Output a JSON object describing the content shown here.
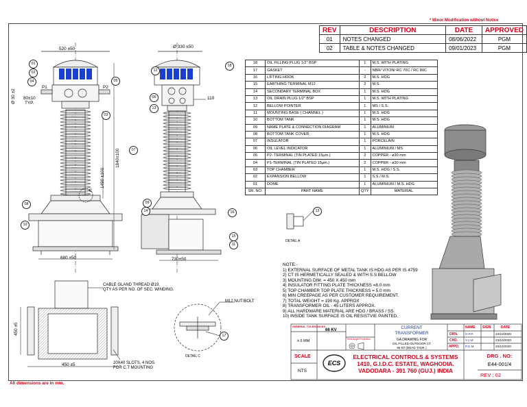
{
  "top_note": "* Minor Modification without Notice",
  "revision_table": {
    "headers": [
      "REV",
      "DESCRIPTION",
      "DATE",
      "APPROVED"
    ],
    "rows": [
      {
        "rev": "01",
        "desc": "NOTES CHANGED",
        "date": "08/06/2022",
        "appr": "PGM"
      },
      {
        "rev": "02",
        "desc": "TABLE & NOTES CHANGED",
        "date": "09/01/2023",
        "appr": "PGM"
      }
    ]
  },
  "bom": {
    "headers": [
      "SR. NO.",
      "PART NAME",
      "QTY",
      "MATERIAL"
    ],
    "rows": [
      [
        "18",
        "OIL FILLING PLUG 1/2\" BSP",
        "1",
        "M.S. WITH PLATING"
      ],
      [
        "17",
        "GASKET",
        "-",
        "NBR/ VITON/ RC 70C / RC 80C"
      ],
      [
        "16",
        "LIFTING HOOK",
        "2",
        "M.S. HDG"
      ],
      [
        "15",
        "EARTHING TERMINAL M12",
        "2",
        "M.S."
      ],
      [
        "14",
        "SECONDARY TERMINAL BOX",
        "1",
        "M.S. HDG"
      ],
      [
        "13",
        "OIL DRAIN PLUG 1/2\" BSP",
        "1",
        "M.S. WITH PLATING"
      ],
      [
        "12",
        "BELLOW POINTER",
        "1",
        "MS / S.S."
      ],
      [
        "11",
        "MOUNTING BASE ( CHANNEL )",
        "1",
        "M.S. HDG"
      ],
      [
        "10",
        "BOTTOM TANK",
        "1",
        "M.S. HDG"
      ],
      [
        "09",
        "NAME PLATE & CONNECTION DIAGRAM",
        "1",
        "ALUMINIUM"
      ],
      [
        "08",
        "BOTTOM TANK COVER",
        "1",
        "M.S. HDG"
      ],
      [
        "07",
        "INSULATOR",
        "1",
        "PORCELAIN"
      ],
      [
        "06",
        "OIL LEVEL INDICATOR",
        "1",
        "ALUMINIUM / MS"
      ],
      [
        "05",
        "P2- TERMINAL  (TIN PLATED 15μm.)",
        "2",
        "COPPER - ø30 mm"
      ],
      [
        "04",
        "P1-TERMINAL  (TIN PLATED 15μm.)",
        "2",
        "COPPER - ø30 mm"
      ],
      [
        "03",
        "TOP CHAMBER",
        "1",
        "M.S. HDG / S.S."
      ],
      [
        "02",
        "EXPANSION BELLOW",
        "1",
        "S.S / M.S."
      ],
      [
        "01",
        "DOME",
        "1",
        "ALUMINIUM / M.S. HDG"
      ]
    ]
  },
  "notes": {
    "title": "NOTE:-",
    "items": [
      "1) EXTERNAL SURFACE OF METAL TANK IS HDG AS PER IS 4759",
      "2) CT IS HERMETICALLY SEALED & WITH S.S BELLOW",
      "3) MOUNTING DIM. = 450 X 450 mm",
      "4) INSULATOR FITTING PLATE THICKNESS =8.0 mm",
      "5) TOP CHAMBER TOP PLATE THICKNESS = 5.0 mm",
      "6) MIN CREEPAGE AS PER CUSTOMER REQUIREMENT.",
      "7) TOTAL WEIGHT = 190 Kg. APPROX",
      "8) TRANSFORMER OIL - 45 LITERS APPROX.",
      "9) ALL HARDWARE MATERIAL ARE HDG / BRASS / SS.",
      "10) INSIDE TANK SURFACE IS OIL RESISTVIE PAINTED."
    ]
  },
  "title_block": {
    "general_tolerances": "GENERAL TOLERANCES",
    "tolerance": "± 5 MM",
    "voltage": "66 KV",
    "projection": "Third Angle Projection",
    "title_line1": "CURRENT",
    "title_line2": "TRANSFORMER",
    "subtitle1": "GA DRAWING FOR",
    "subtitle2": "OIL FILLED OUTDOOR CT",
    "subtitle3": "66 kV (DEAD TANK )",
    "scale_label": "SCALE",
    "scale": "NTS",
    "company1": "ELECTRICAL CONTROLS & SYSTEMS",
    "company2": "1410, G.I.D.C. ESTATE, WAGHODIA.",
    "company3": "VADODARA - 391 760 (GUJ.) INDIA",
    "logo_text": "ECS",
    "name_header": "NAME",
    "sign_header": "SIGN",
    "date_header": "DATE",
    "drn": "DRN.",
    "drn_name": "H.P.P.",
    "drn_date": "23/10/2020",
    "chd": "CHD.",
    "chd_name": "V.J.M.",
    "chd_date": "23/10/2020",
    "appd": "APPD.",
    "appd_name": "P.G.M.",
    "appd_date": "23/10/2020",
    "drg_no_label": "DRG . NO:",
    "drg_no": "E44-001/4",
    "rev": "REV : 02"
  },
  "footer": "All dimensions are in mm.",
  "dims": {
    "top_width": "520 ±50",
    "top_dia": "Ø 330 ±50",
    "dim_30": "Ø 30 ±2",
    "dim_80": "80±10",
    "typ": "TYP.",
    "total_height": "1840±100",
    "mid_height": "1490 ±100",
    "base_width": "680 ±50",
    "side_base": "730±50",
    "side_110": "110",
    "plan_450_v": "450 ±5",
    "plan_450_h": "450 ±5",
    "p1": "P1",
    "p2": "P2"
  },
  "callouts": {
    "front": [
      "01",
      "02",
      "04",
      "03",
      "05",
      "07",
      "08",
      "10"
    ],
    "side": [
      "12",
      "18",
      "06",
      "13",
      "09",
      "14",
      "16",
      "15",
      "11"
    ],
    "detail_a": "13",
    "detail_c": "17",
    "detail_letter_c": "C"
  },
  "labels": {
    "cable_gland": "CABLE GLAND THREAD Ø19,",
    "cable_gland2": "QTY AS PER NO. OF SEC. WINDING.",
    "m12": "M12 NUT/BOLT",
    "slots1": "20X40 SLOTS, 4 NOS.",
    "slots2": "FOR C.T MOUNTING",
    "detail_a": "DETAIL A",
    "detail_c": "DETAIL C"
  },
  "colors": {
    "accent_red": "#d4001c",
    "steel": "#7a7a7a",
    "bellow_blue": "#1a3fd0"
  }
}
